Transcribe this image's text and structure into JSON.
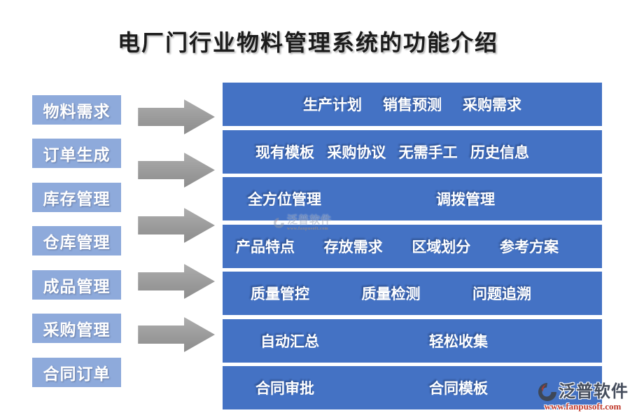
{
  "title": "电厂门行业物料管理系统的功能介绍",
  "left_items": [
    {
      "label": "物料需求"
    },
    {
      "label": "订单生成"
    },
    {
      "label": "库存管理"
    },
    {
      "label": "仓库管理"
    },
    {
      "label": "成品管理"
    },
    {
      "label": "采购管理"
    },
    {
      "label": "合同订单"
    }
  ],
  "rows": [
    {
      "items": [
        "生产计划",
        "销售预测",
        "采购需求"
      ]
    },
    {
      "items": [
        "现有模板",
        "采购协议",
        "无需手工",
        "历史信息"
      ]
    },
    {
      "items": [
        "全方位管理",
        "调拨管理"
      ]
    },
    {
      "items": [
        "产品特点",
        "存放需求",
        "区域划分",
        "参考方案"
      ]
    },
    {
      "items": [
        "质量管控",
        "质量检测",
        "问题追溯"
      ]
    },
    {
      "items": [
        "自动汇总",
        "轻松收集"
      ]
    },
    {
      "items": [
        "合同审批",
        "合同模板"
      ]
    }
  ],
  "watermark_center": {
    "text": "泛普软件",
    "subtext": "www.fanpusoft.com"
  },
  "logo": {
    "name": "泛普软件",
    "url": "www.fanpusoft.com"
  },
  "colors": {
    "bar_blue": "#4472C4",
    "box_blue": "#8EAADB",
    "arrow_gray": "#9B9B9B",
    "title_black": "#1B1B1B",
    "logo_text": "#454D5C",
    "logo_url_red": "#C0392B"
  }
}
